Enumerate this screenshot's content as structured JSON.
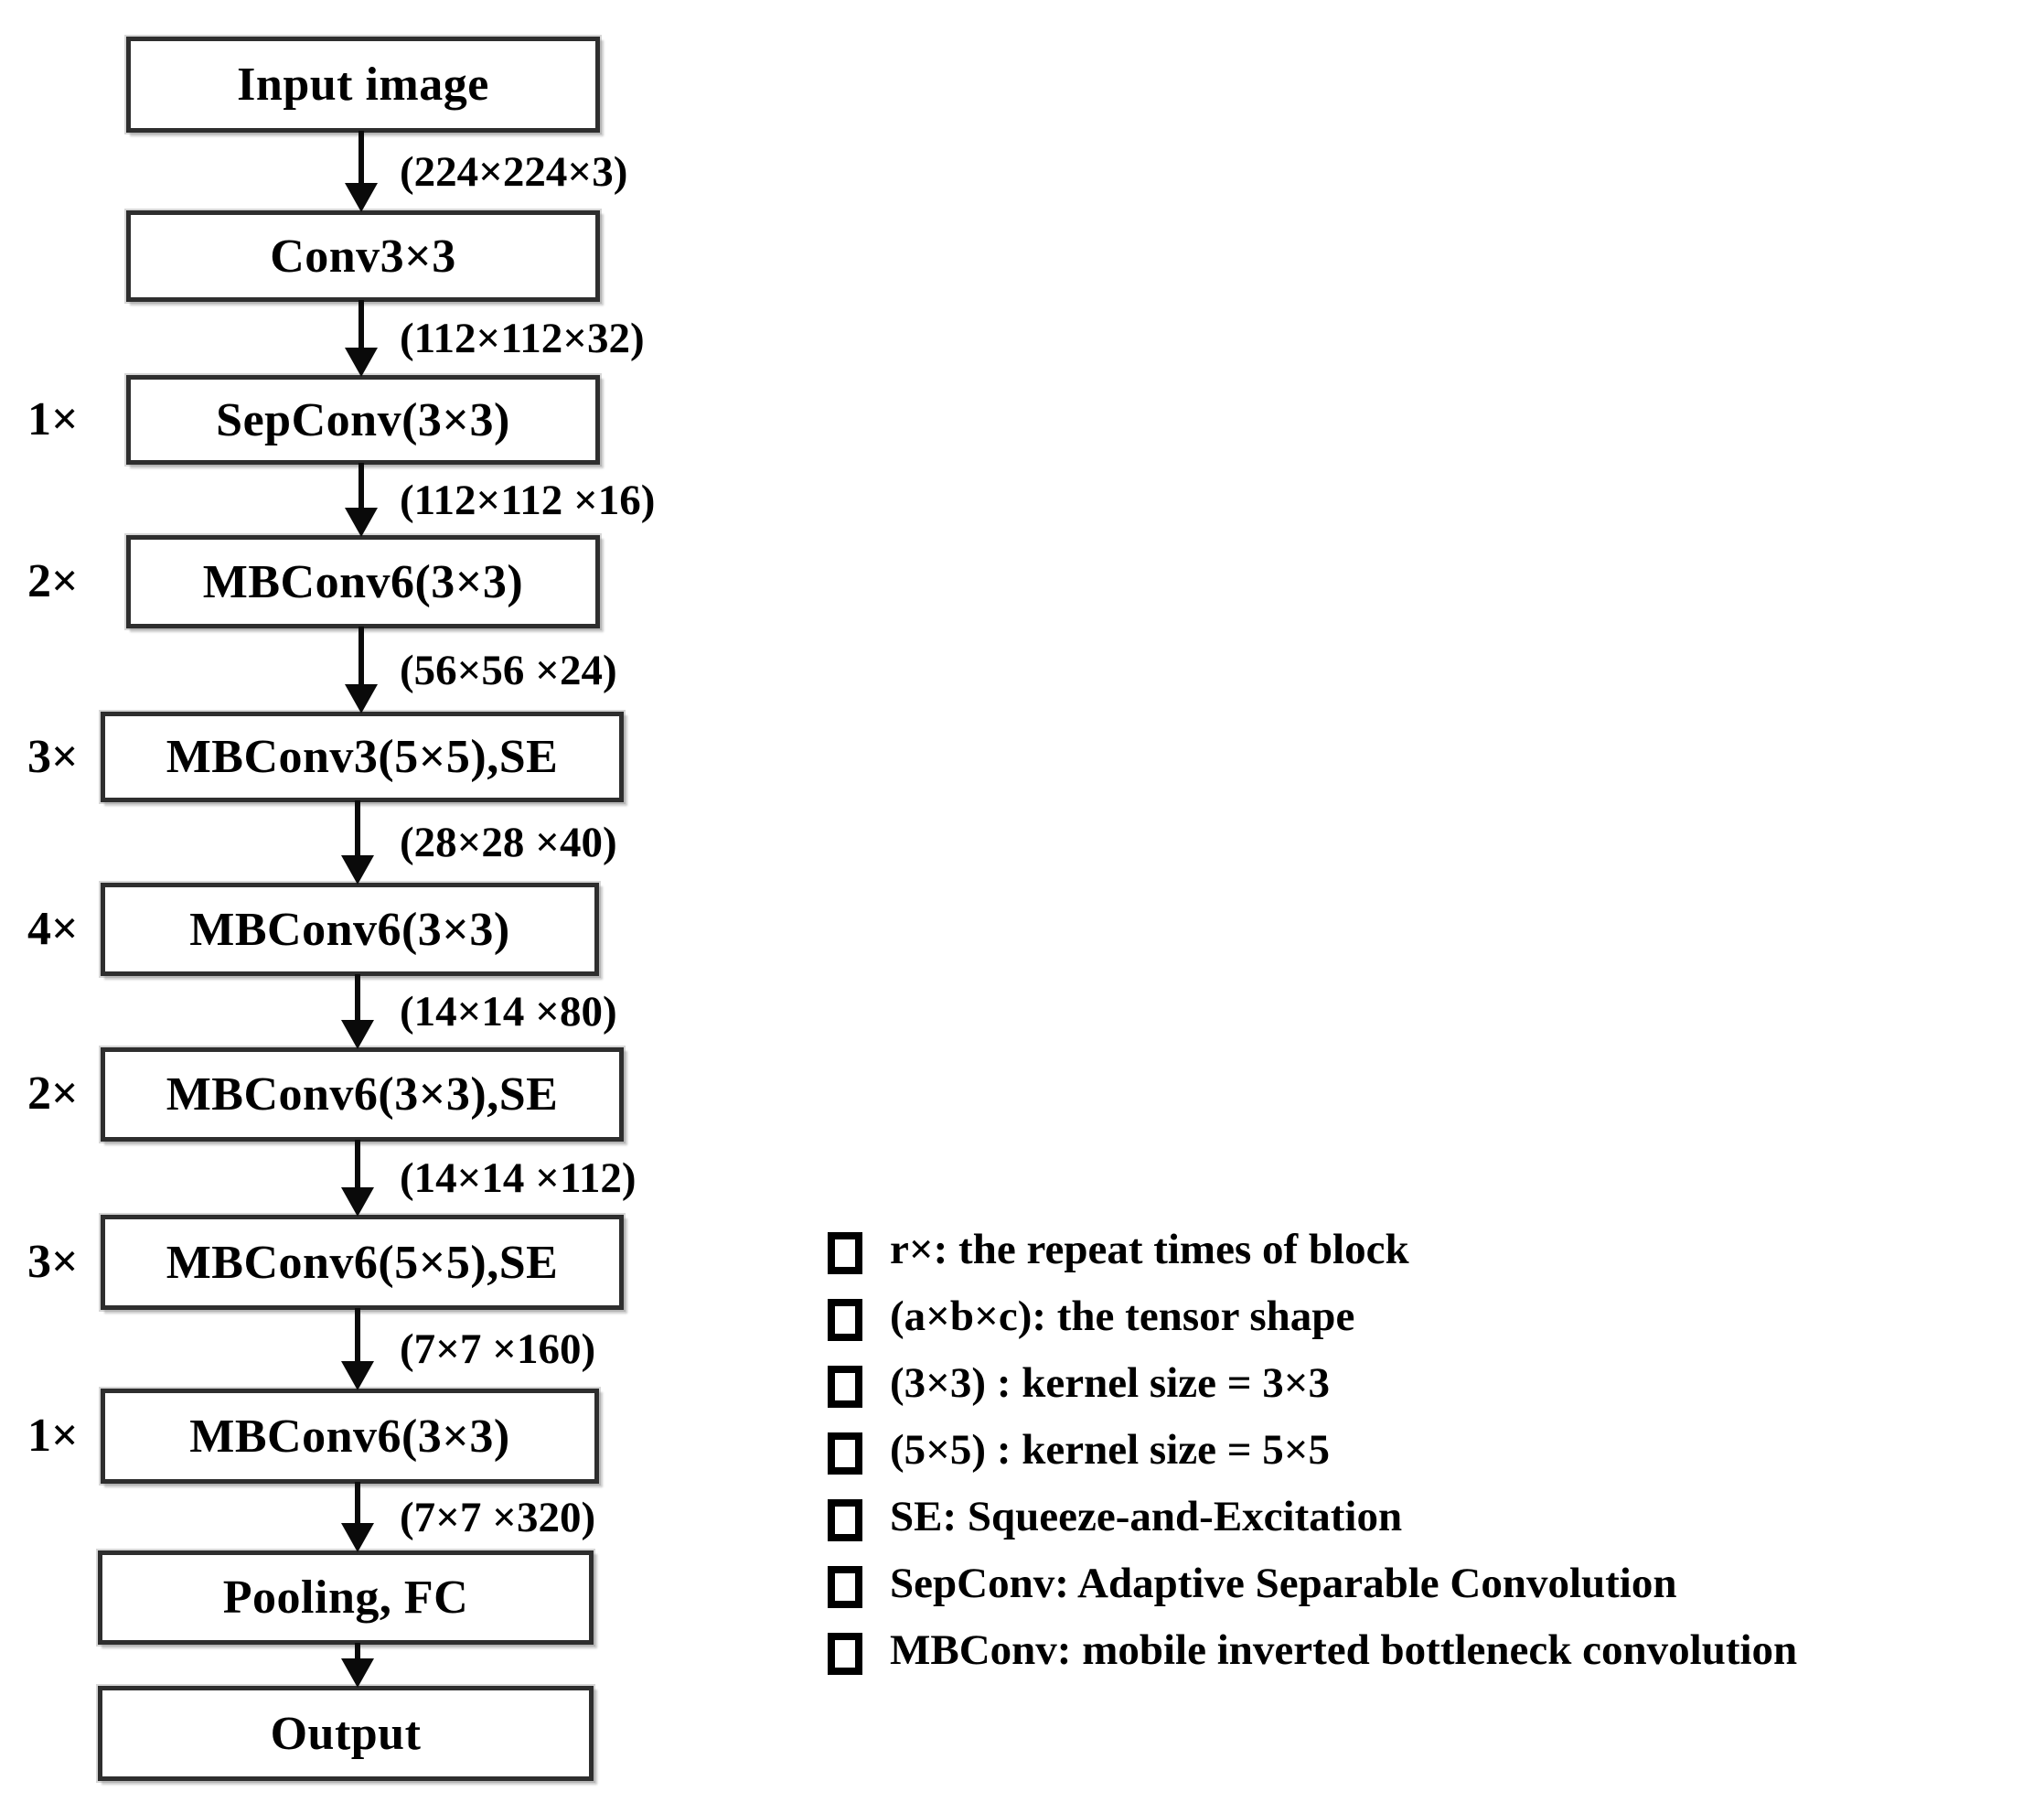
{
  "diagram": {
    "title": "EfficientNet-style backbone architecture flowchart",
    "colors": {
      "background": "#ffffff",
      "ink": "#000000",
      "box_border": "#2e2e2e"
    },
    "nodes": [
      {
        "label": "Input image",
        "repeat": "",
        "out_shape": "(224×224×3)"
      },
      {
        "label": "Conv3×3",
        "repeat": "",
        "out_shape": "(112×112×32)"
      },
      {
        "label": "SepConv(3×3)",
        "repeat": "1×",
        "out_shape": "(112×112 ×16)"
      },
      {
        "label": "MBConv6(3×3)",
        "repeat": "2×",
        "out_shape": "(56×56 ×24)"
      },
      {
        "label": "MBConv3(5×5),SE",
        "repeat": "3×",
        "out_shape": "(28×28 ×40)"
      },
      {
        "label": "MBConv6(3×3)",
        "repeat": "4×",
        "out_shape": "(14×14 ×80)"
      },
      {
        "label": "MBConv6(3×3),SE",
        "repeat": "2×",
        "out_shape": "(14×14 ×112)"
      },
      {
        "label": "MBConv6(5×5),SE",
        "repeat": "3×",
        "out_shape": "(7×7 ×160)"
      },
      {
        "label": "MBConv6(3×3)",
        "repeat": "1×",
        "out_shape": "(7×7 ×320)"
      },
      {
        "label": "Pooling, FC",
        "repeat": "",
        "out_shape": ""
      },
      {
        "label": "Output",
        "repeat": "",
        "out_shape": ""
      }
    ],
    "legend": {
      "items": [
        {
          "text": "r×: the repeat times of block"
        },
        {
          "text": "(a×b×c): the tensor shape"
        },
        {
          "text": "(3×3) : kernel size = 3×3"
        },
        {
          "text": "(5×5) : kernel size = 5×5"
        },
        {
          "text": "SE: Squeeze-and-Excitation"
        },
        {
          "text": "SepConv: Adaptive Separable Convolution"
        },
        {
          "text": "MBConv: mobile inverted bottleneck convolution"
        }
      ]
    }
  }
}
